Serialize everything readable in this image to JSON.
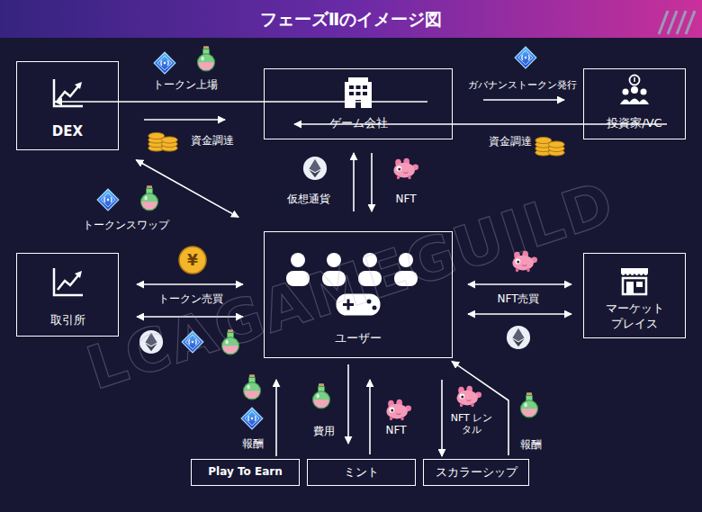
{
  "diagram": {
    "title": "フェーズⅡのイメージ図",
    "nodes": [
      {
        "text": [
          "DEX"
        ]
      },
      {
        "text": [
          "ゲーム会社"
        ]
      },
      {
        "text": [
          "投資家/VC"
        ]
      },
      {
        "text": [
          "取引所"
        ]
      },
      {
        "text": [
          "ユーザー"
        ]
      },
      {
        "text": [
          "マーケット プレイス"
        ]
      },
      {
        "text": [
          "Play To Earn"
        ]
      },
      {
        "text": [
          "ミント"
        ]
      },
      {
        "text": [
          "スカラーシップ"
        ]
      }
    ],
    "edges": [
      {
        "from": 1,
        "to": 0,
        "label": "トークン上場",
        "arrow": "to"
      },
      {
        "from": 0,
        "to": 1,
        "label": "資金調達",
        "arrow": "to"
      },
      {
        "from": 1,
        "to": 2,
        "label": "ガバナンストークン発行",
        "arrow": "to"
      },
      {
        "from": 2,
        "to": 1,
        "label": "資金調達",
        "arrow": "to"
      },
      {
        "from": 4,
        "to": 1,
        "label": "仮想通貨",
        "arrow": "to"
      },
      {
        "from": 1,
        "to": 4,
        "label": "NFT",
        "arrow": "to"
      },
      {
        "from": 0,
        "to": 4,
        "label": "トークンスワップ",
        "arrow": "both"
      },
      {
        "from": 3,
        "to": 4,
        "label": "トークン売買",
        "arrow": "both"
      },
      {
        "from": 3,
        "to": 4,
        "arrow": "both"
      },
      {
        "from": 4,
        "to": 5,
        "label": "NFT売買",
        "arrow": "both"
      },
      {
        "from": 4,
        "to": 5,
        "arrow": "both"
      },
      {
        "from": 6,
        "to": 4,
        "label": "報酬",
        "arrow": "to"
      },
      {
        "from": 4,
        "to": 7,
        "label": "費用",
        "arrow": "to"
      },
      {
        "from": 7,
        "to": 4,
        "label": "NFT",
        "arrow": "to"
      },
      {
        "from": 4,
        "to": 8,
        "label": "NFT レンタル",
        "arrow": "to"
      },
      {
        "from": 8,
        "to": 4,
        "label": "報酬",
        "arrow": "to"
      }
    ],
    "labels": [
      "LCAGAMEGUILD",
      "¥"
    ]
  }
}
